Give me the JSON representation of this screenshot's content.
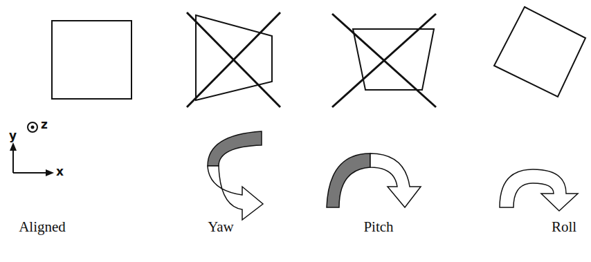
{
  "diagram": {
    "labels": [
      "z",
      "y",
      "x",
      "Aligned",
      "Yaw",
      "Pitch",
      "Roll"
    ]
  }
}
